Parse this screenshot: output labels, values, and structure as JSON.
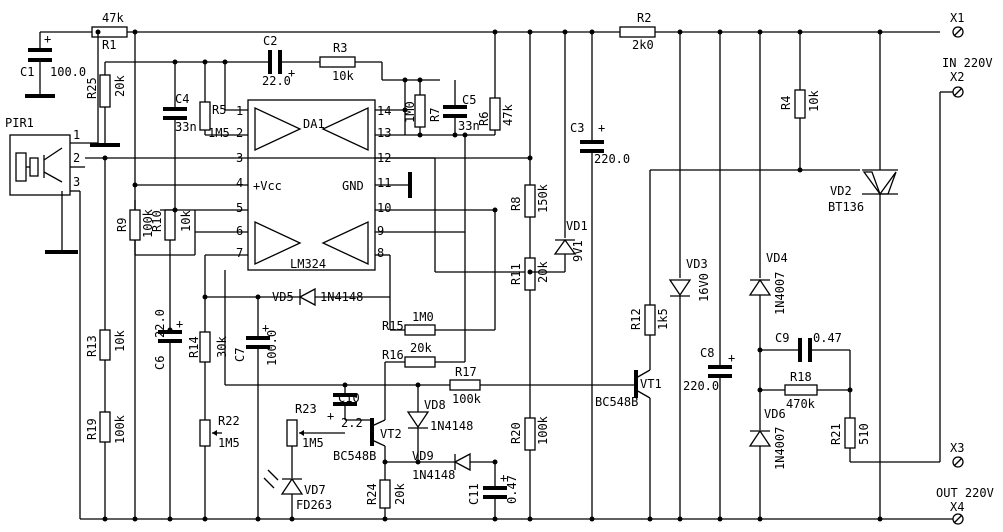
{
  "connectors": {
    "x1": "X1",
    "x2": "X2",
    "x3": "X3",
    "x4": "X4",
    "in_label": "IN 220V",
    "out_label": "OUT 220V"
  },
  "pir": {
    "name": "PIR1",
    "pin1": "1",
    "pin2": "2",
    "pin3": "3"
  },
  "ic": {
    "ref": "DA1",
    "type": "LM324",
    "vcc": "+Vcc",
    "gnd": "GND",
    "pins": [
      "1",
      "2",
      "3",
      "4",
      "5",
      "6",
      "7",
      "8",
      "9",
      "10",
      "11",
      "12",
      "13",
      "14"
    ]
  },
  "components": {
    "c1": {
      "ref": "C1",
      "value": "100.0"
    },
    "r1": {
      "ref": "R1",
      "value": "47k"
    },
    "r25": {
      "ref": "R25",
      "value": "20k"
    },
    "c2": {
      "ref": "C2",
      "value": "22.0"
    },
    "r3": {
      "ref": "R3",
      "value": "10k"
    },
    "c4": {
      "ref": "C4",
      "value": "33n"
    },
    "r5": {
      "ref": "R5",
      "value": "1M5"
    },
    "r7": {
      "ref": "R7",
      "value": "1M0"
    },
    "c5": {
      "ref": "C5",
      "value": "33n"
    },
    "r6": {
      "ref": "R6",
      "value": "47k"
    },
    "r2": {
      "ref": "R2",
      "value": "2k0"
    },
    "c3": {
      "ref": "C3",
      "value": "220.0"
    },
    "r4": {
      "ref": "R4",
      "value": "10k"
    },
    "vd2": {
      "ref": "VD2",
      "value": "BT136"
    },
    "r8": {
      "ref": "R8",
      "value": "150k"
    },
    "vd1": {
      "ref": "VD1",
      "value": "9V1"
    },
    "r11": {
      "ref": "R11",
      "value": "20k"
    },
    "r9": {
      "ref": "R9",
      "value": "100k"
    },
    "r10": {
      "ref": "R10",
      "value": "10k"
    },
    "vd3": {
      "ref": "VD3",
      "value": "16V0"
    },
    "vd4": {
      "ref": "VD4",
      "value": "1N4007"
    },
    "r12": {
      "ref": "R12",
      "value": "1k5"
    },
    "vd5": {
      "ref": "VD5",
      "value": "1N4148"
    },
    "r15": {
      "ref": "R15",
      "value": "1M0"
    },
    "r16": {
      "ref": "R16",
      "value": "20k"
    },
    "r13": {
      "ref": "R13",
      "value": "10k"
    },
    "c6": {
      "ref": "C6",
      "value": "22.0"
    },
    "r14": {
      "ref": "R14",
      "value": "30k"
    },
    "c7": {
      "ref": "C7",
      "value": "100.0"
    },
    "c9": {
      "ref": "C9",
      "value": "0.47"
    },
    "c8": {
      "ref": "C8",
      "value": "220.0"
    },
    "r17": {
      "ref": "R17",
      "value": "100k"
    },
    "vt1": {
      "ref": "VT1",
      "value": "BC548B"
    },
    "r18": {
      "ref": "R18",
      "value": "470k"
    },
    "c10": {
      "ref": "C10",
      "value": "2.2"
    },
    "vd8": {
      "ref": "VD8",
      "value": "1N4148"
    },
    "vt2": {
      "ref": "VT2",
      "value": "BC548B"
    },
    "r23": {
      "ref": "R23",
      "value": "1M5"
    },
    "r22": {
      "ref": "R22",
      "value": "1M5"
    },
    "r19": {
      "ref": "R19",
      "value": "100k"
    },
    "r20": {
      "ref": "R20",
      "value": "100k"
    },
    "vd6": {
      "ref": "VD6",
      "value": "1N4007"
    },
    "r21": {
      "ref": "R21",
      "value": "510"
    },
    "vd9": {
      "ref": "VD9",
      "value": "1N4148"
    },
    "c11": {
      "ref": "C11",
      "value": "0.47"
    },
    "vd7": {
      "ref": "VD7",
      "value": "FD263"
    },
    "r24": {
      "ref": "R24",
      "value": "20k"
    }
  }
}
